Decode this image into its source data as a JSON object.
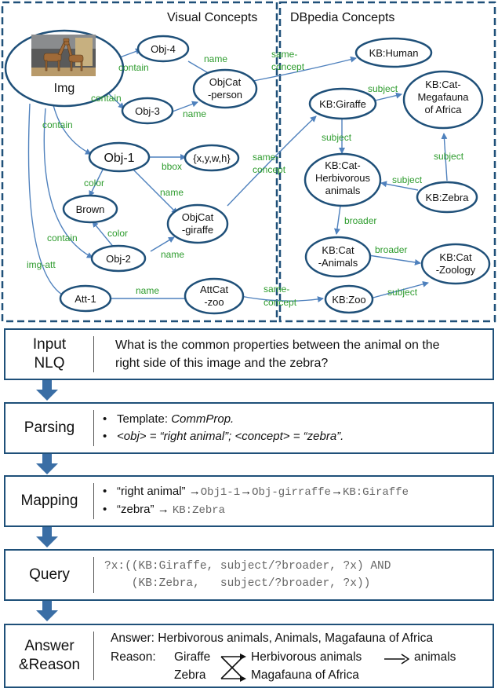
{
  "graph": {
    "visual_title": "Visual Concepts",
    "dbpedia_title": "DBpedia Concepts",
    "nodes": {
      "img": "Img",
      "obj4": "Obj-4",
      "obj3": "Obj-3",
      "obj1": "Obj-1",
      "obj2": "Obj-2",
      "person_1": "ObjCat",
      "person_2": "-person",
      "bbox": "{x,y,w,h}",
      "brown": "Brown",
      "giraffe_cat_1": "ObjCat",
      "giraffe_cat_2": "-giraffe",
      "att1": "Att-1",
      "zoo_cat_1": "AttCat",
      "zoo_cat_2": "-zoo",
      "kb_human": "KB:Human",
      "kb_giraffe": "KB:Giraffe",
      "kb_mega_1": "KB:Cat-",
      "kb_mega_2": "Megafauna",
      "kb_mega_3": "of Africa",
      "kb_herb_1": "KB:Cat-",
      "kb_herb_2": "Herbivorous",
      "kb_herb_3": "animals",
      "kb_zebra": "KB:Zebra",
      "kb_animals_1": "KB:Cat",
      "kb_animals_2": "-Animals",
      "kb_zoology_1": "KB:Cat",
      "kb_zoology_2": "-Zoology",
      "kb_zoo": "KB:Zoo"
    },
    "edges": {
      "contain_obj4": "contain",
      "contain_obj3": "contain",
      "contain_obj1": "contain",
      "contain_obj2": "contain",
      "img_att": "img-att",
      "name_obj4": "name",
      "name_obj3": "name",
      "bbox": "bbox",
      "color_obj1": "color",
      "name_obj1": "name",
      "color_obj2": "color",
      "name_obj2": "name",
      "name_att": "name",
      "same_concept_1a": "same-",
      "same_concept_1b": "concept",
      "same_concept_2a": "same-",
      "same_concept_2b": "concept",
      "same_concept_3a": "same-",
      "same_concept_3b": "concept",
      "subject_giraffe_mega": "subject",
      "subject_giraffe_herb": "subject",
      "subject_zebra_herb": "subject",
      "subject_zebra_mega": "subject",
      "broader_herb": "broader",
      "broader_animals": "broader",
      "subject_zoo": "subject"
    }
  },
  "steps": {
    "input": {
      "label_1": "Input",
      "label_2": "NLQ",
      "text_1": "What is the common properties between the animal on the",
      "text_2": "right side of this image and the zebra?"
    },
    "parsing": {
      "label": "Parsing",
      "bullet_1_prefix": "Template:  ",
      "bullet_1_value": "CommProp.",
      "bullet_2": "<obj> = “right animal”;  <concept> = “zebra”."
    },
    "mapping": {
      "label": "Mapping",
      "line_1_text": "“right animal”",
      "line_1_chain": [
        "Obj1-1",
        "Obj-girraffe",
        "KB:Giraffe"
      ],
      "line_2_text": "“zebra”",
      "line_2_value": "KB:Zebra"
    },
    "query": {
      "label": "Query",
      "line_1": "?x:((KB:Giraffe, subject/?broader, ?x) AND",
      "line_2": "    (KB:Zebra,   subject/?broader, ?x))"
    },
    "answer": {
      "label_1": "Answer",
      "label_2": "&Reason",
      "answer_line": "Answer: Herbivorous animals, Animals, Magafauna of Africa",
      "reason_label": "Reason:",
      "reason_giraffe": "Giraffe",
      "reason_zebra": "Zebra",
      "reason_herb": "Herbivorous animals",
      "reason_animals": "animals",
      "reason_mega": "Magafauna of Africa"
    }
  },
  "colors": {
    "node_stroke": "#1f5079",
    "edge": "#4f81bd",
    "edge_label": "#2e9c2e",
    "step_border": "#1f5079",
    "arrow_fill": "#3a6ea5"
  }
}
